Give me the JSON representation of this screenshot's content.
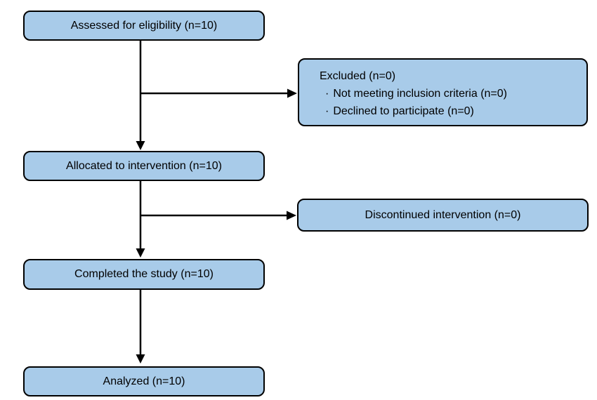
{
  "colors": {
    "box_fill": "#a8cbe9",
    "box_border": "#000000",
    "arrow": "#000000",
    "background": "#ffffff"
  },
  "flowchart": {
    "bullet": "·",
    "nodes": {
      "assessed": {
        "label": "Assessed for eligibility (n=10)"
      },
      "excluded": {
        "title": "Excluded (n=0)",
        "items": [
          "Not meeting inclusion criteria (n=0)",
          "Declined to participate (n=0)"
        ]
      },
      "allocated": {
        "label": "Allocated to intervention (n=10)"
      },
      "discontinued": {
        "label": "Discontinued intervention (n=0)"
      },
      "completed": {
        "label": "Completed the study (n=10)"
      },
      "analyzed": {
        "label": "Analyzed (n=10)"
      }
    }
  }
}
